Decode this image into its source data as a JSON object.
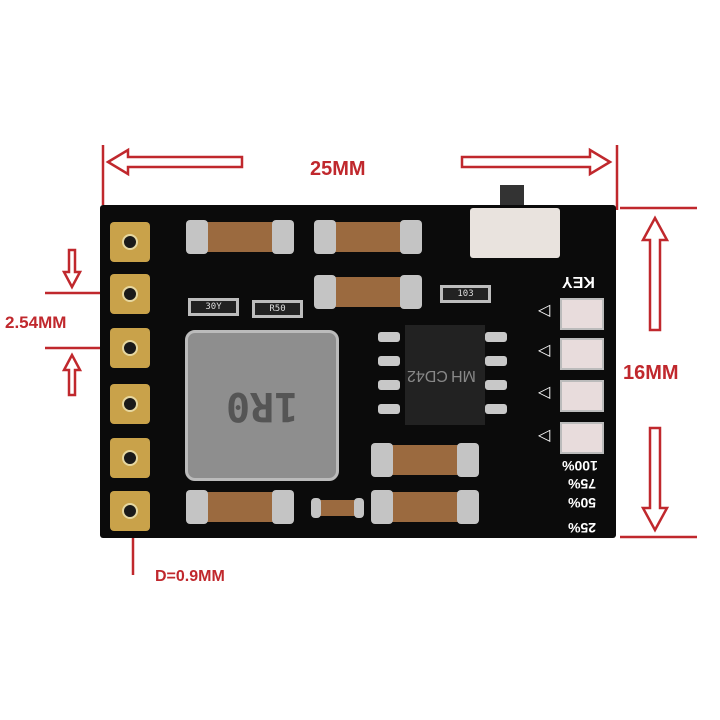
{
  "dimensions": {
    "width_label": "25MM",
    "height_label": "16MM",
    "pitch_label": "2.54MM",
    "hole_label": "D=0.9MM"
  },
  "board": {
    "inductor_marking": "1R0",
    "ic_marking_line1": "MH",
    "ic_marking_line2": "CD42",
    "resistor_1": "30Y",
    "resistor_2": "R50",
    "resistor_3": "103",
    "key_label": "KEY",
    "levels": [
      "100%",
      "75%",
      "50%",
      "25%"
    ]
  },
  "colors": {
    "annotation": "#c0282d",
    "board": "#0b0b0b",
    "pad": "#c9a24a"
  }
}
